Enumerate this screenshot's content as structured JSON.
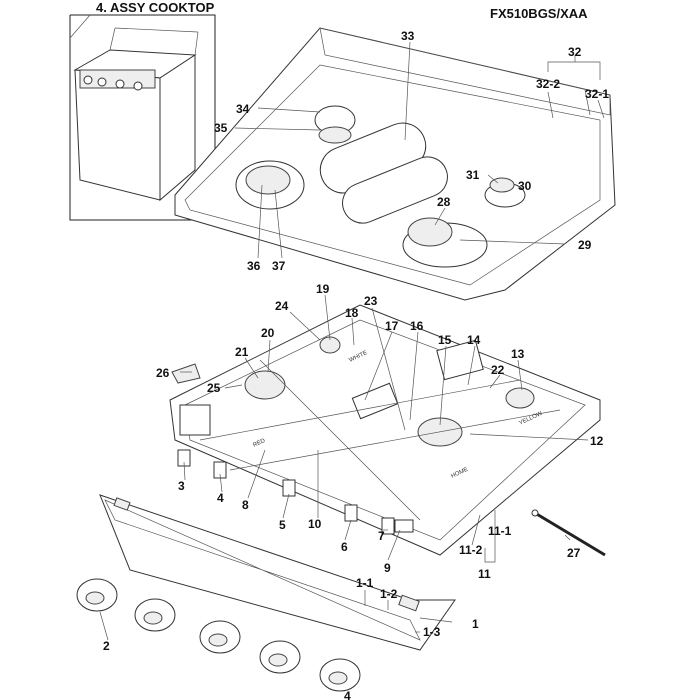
{
  "header": {
    "title": "4. ASSY COOKTOP",
    "model": "FX510BGS/XAA"
  },
  "callouts": {
    "c1": "1",
    "c1_1": "1-1",
    "c1_2": "1-2",
    "c1_3": "1-3",
    "c2": "2",
    "c3": "3",
    "c4": "4",
    "c5": "5",
    "c6": "6",
    "c7": "7",
    "c8": "8",
    "c9": "9",
    "c10": "10",
    "c11": "11",
    "c11_1": "11-1",
    "c11_2": "11-2",
    "c12": "12",
    "c13": "13",
    "c14": "14",
    "c15": "15",
    "c16": "16",
    "c17": "17",
    "c18": "18",
    "c19": "19",
    "c20": "20",
    "c21": "21",
    "c22": "22",
    "c23": "23",
    "c24": "24",
    "c25": "25",
    "c26": "26",
    "c27": "27",
    "c28": "28",
    "c29": "29",
    "c30": "30",
    "c31": "31",
    "c32": "32",
    "c32_1": "32-1",
    "c32_2": "32-2",
    "c33": "33",
    "c34": "34",
    "c35": "35",
    "c36": "36",
    "c37": "37",
    "c4b": "4"
  },
  "panel_labels": {
    "yellow": "YELLOW",
    "home": "HOME",
    "red": "RED",
    "white": "WHITE"
  }
}
